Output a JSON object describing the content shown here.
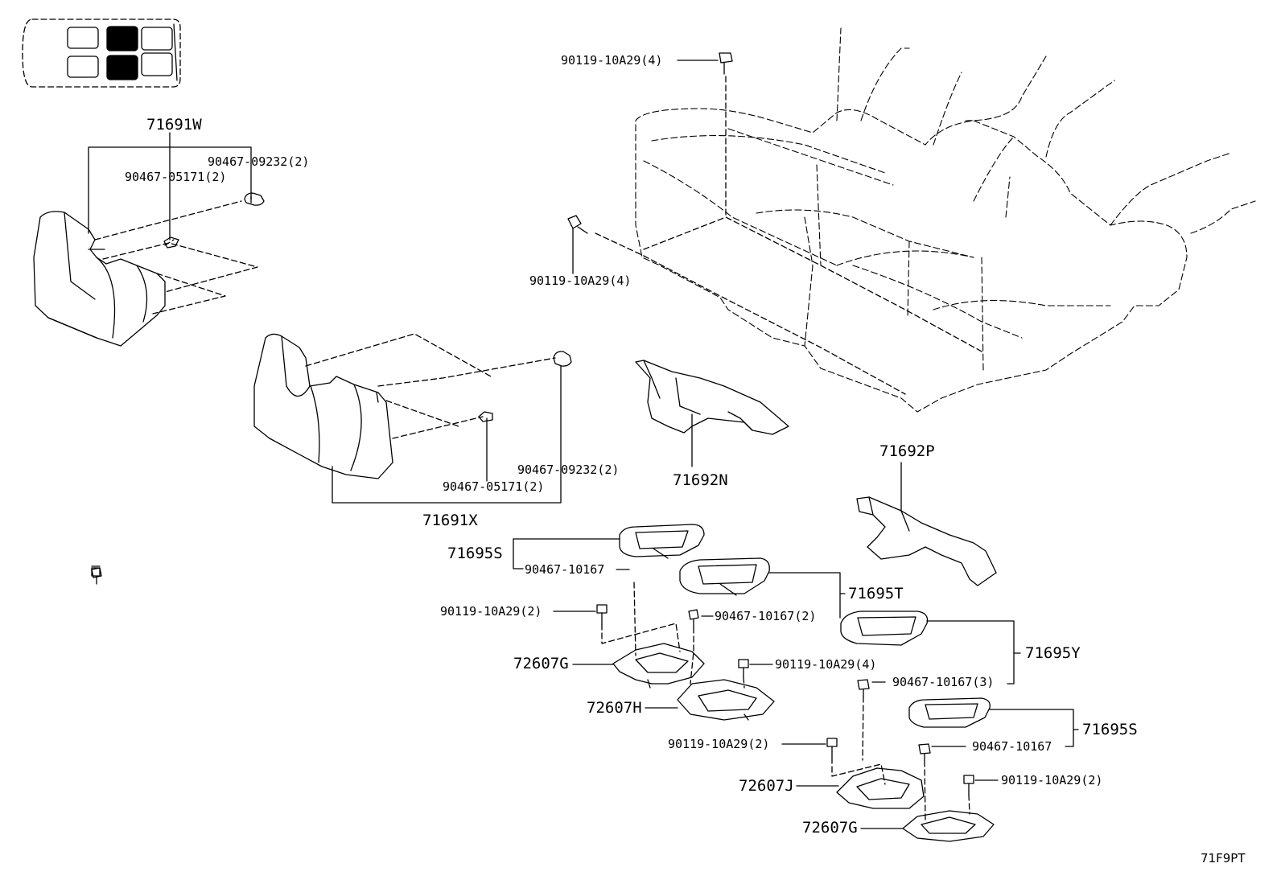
{
  "diagram_code": "71F9PT",
  "callouts": {
    "c_71691W": "71691W",
    "c_90467_09232_a": "90467-09232(2)",
    "c_90467_05171_a": "90467-05171(2)",
    "c_71691X": "71691X",
    "c_90467_09232_b": "90467-09232(2)",
    "c_90467_05171_b": "90467-05171(2)",
    "c_90119_10A29_top": "90119-10A29(4)",
    "c_90119_10A29_left": "90119-10A29(4)",
    "c_71692N": "71692N",
    "c_71692P": "71692P",
    "c_71695S_a": "71695S",
    "c_90467_10167_a": "90467-10167",
    "c_71695T": "71695T",
    "c_90119_10A29_2a": "90119-10A29(2)",
    "c_90467_10167_2": "90467-10167(2)",
    "c_72607G_a": "72607G",
    "c_90119_10A29_4b": "90119-10A29(4)",
    "c_72607H": "72607H",
    "c_71695Y": "71695Y",
    "c_90467_10167_3": "90467-10167(3)",
    "c_71695S_b": "71695S",
    "c_90119_10A29_2b": "90119-10A29(2)",
    "c_90467_10167_b": "90467-10167",
    "c_72607J": "72607J",
    "c_90119_10A29_2c": "90119-10A29(2)",
    "c_72607G_b": "72607G"
  }
}
